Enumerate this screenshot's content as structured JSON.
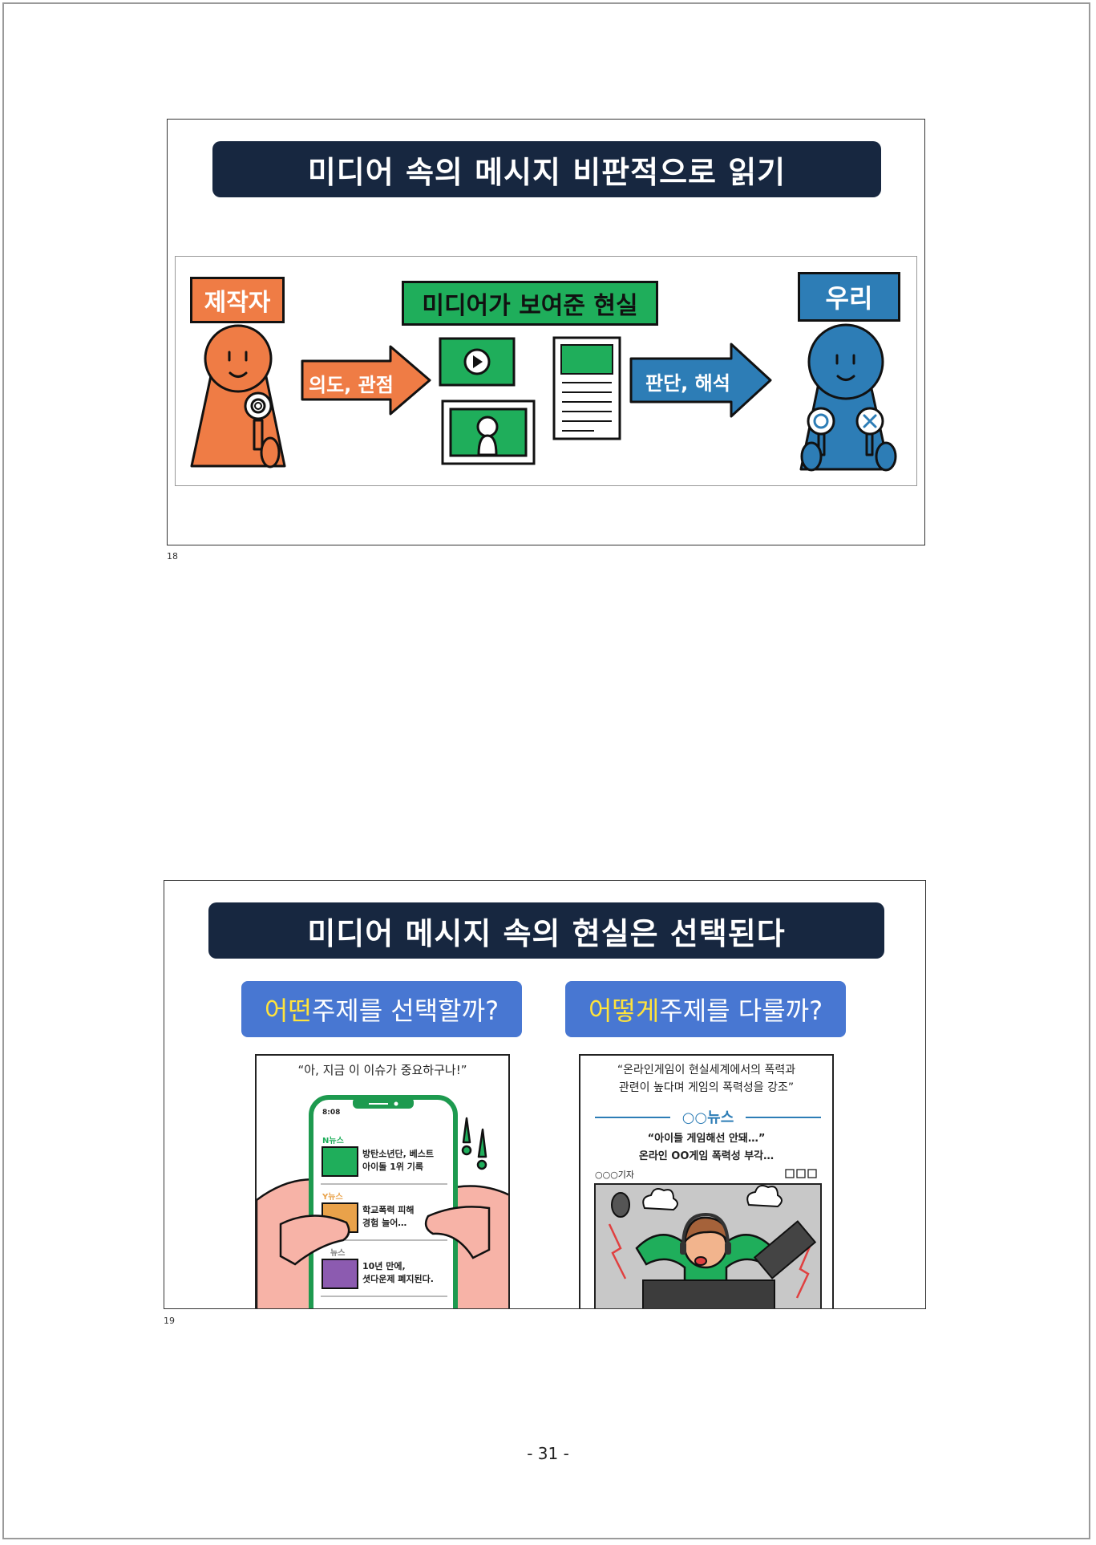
{
  "slide18": {
    "number": "18",
    "title": "미디어 속의 메시지 비판적으로 읽기",
    "producer_label": "제작자",
    "media_label": "미디어가 보여준 현실",
    "us_label": "우리",
    "arrow1_text": "의도, 관점",
    "arrow2_text": "판단, 해석",
    "colors": {
      "orange": "#ef7c45",
      "green": "#1fae5b",
      "blue": "#2d7db6",
      "navy": "#172740"
    }
  },
  "slide19": {
    "number": "19",
    "title": "미디어 메시지 속의 현실은 선택된다",
    "left_q_highlight": "어떤",
    "left_q_rest": " 주제를 선택할까?",
    "right_q_highlight": "어떻게",
    "right_q_rest": " 주제를 다룰까?",
    "left_quote": "“아, 지금 이 이슈가 중요하구나!”",
    "phone": {
      "time": "8:08",
      "items": [
        {
          "source": "N뉴스",
          "title_line1": "방탄소년단, 베스트",
          "title_line2": "아이돌 1위 기록",
          "color": "#1fae5b"
        },
        {
          "source": "Y뉴스",
          "title_line1": "학교폭력 피해",
          "title_line2": "경험 늘어…",
          "color": "#e9a24a"
        },
        {
          "source": "뉴스",
          "title_line1": "10년 만에,",
          "title_line2": "셧다운제 폐지된다.",
          "color": "#8c5bb0"
        }
      ]
    },
    "right_quote_line1": "“온라인게임이 현실세계에서의 폭력과",
    "right_quote_line2": "관련이 높다며 게임의 폭력성을 강조”",
    "news_brand": "○○뉴스",
    "headline1": "“아이들 게임해선 안돼…”",
    "headline2": "온라인 OO게임 폭력성 부각…",
    "reporter": "○○○기자"
  },
  "footer": {
    "page": "- 31 -"
  }
}
